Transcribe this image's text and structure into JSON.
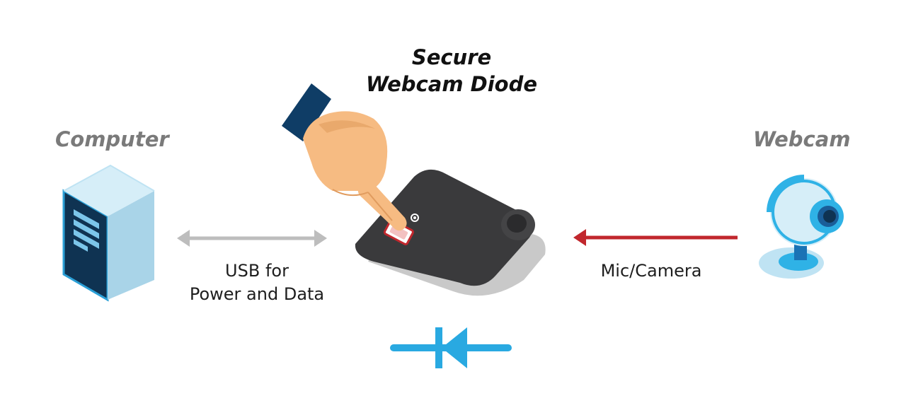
{
  "title": {
    "line1": "Secure",
    "line2": "Webcam Diode"
  },
  "computer": {
    "label": "Computer"
  },
  "webcam": {
    "label": "Webcam"
  },
  "usb_link": {
    "line1": "USB for",
    "line2": "Power and Data"
  },
  "mic_link": {
    "label": "Mic/Camera"
  },
  "colors": {
    "usb_arrow": "#bdbdbd",
    "signal_arrow": "#c1272d",
    "diode_symbol": "#29a9e1",
    "device_body": "#3a3a3c",
    "computer_body": "#bfe3f3",
    "computer_front": "#0f3352",
    "webcam_blue": "#2fb2e6",
    "hand_skin": "#f6bb82",
    "hand_sleeve": "#0f3d66",
    "button_red": "#c1272d"
  }
}
